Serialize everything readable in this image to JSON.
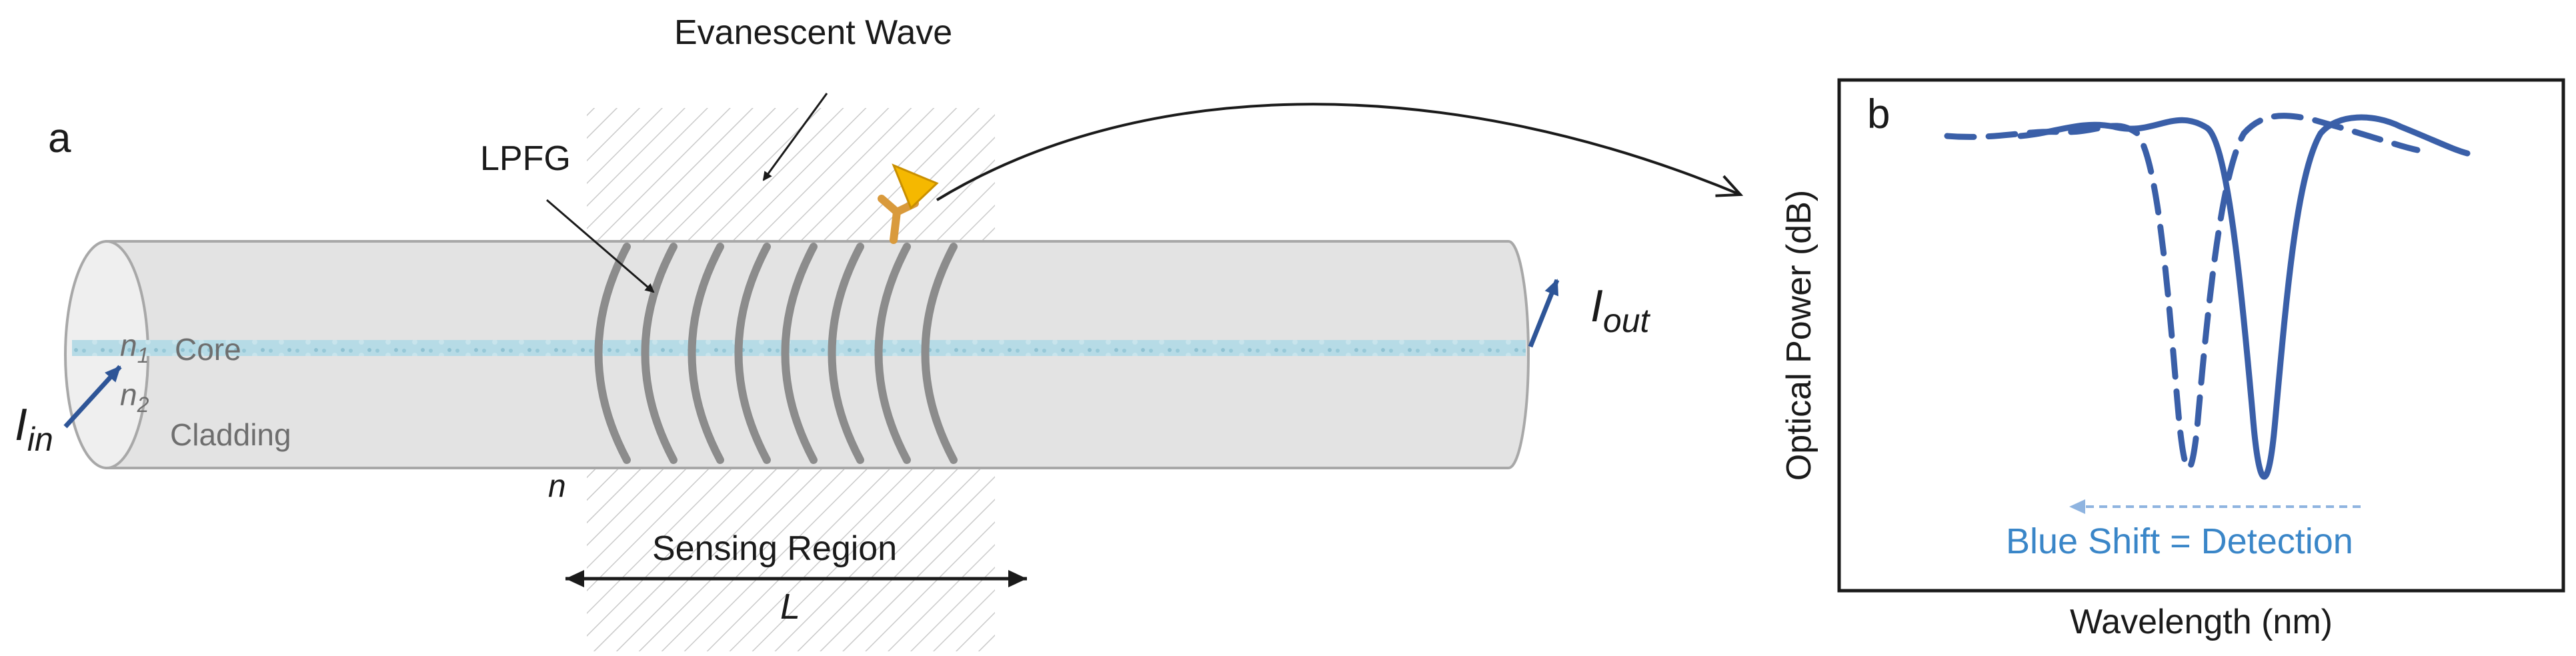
{
  "panel_a": {
    "letter": "a",
    "evanescent_label": "Evanescent Wave",
    "lpfg_label": "LPFG",
    "n1_symbol": "n",
    "n1_sub": "1",
    "core_label": "Core",
    "n2_symbol": "n",
    "n2_sub": "2",
    "cladding_label": "Cladding",
    "n_label": "n",
    "iin_symbol": "I",
    "iin_sub": "in",
    "iout_symbol": "I",
    "iout_sub": "out",
    "sensing_label": "Sensing Region",
    "length_label": "L"
  },
  "panel_b": {
    "letter": "b",
    "ylabel": "Optical Power (dB)",
    "xlabel": "Wavelength (nm)",
    "shift_label": "Blue Shift = Detection"
  },
  "colors": {
    "fiber_fill": "#e3e3e3",
    "fiber_stroke": "#a8a8a8",
    "core": "#a9d4e0",
    "grating": "#8c8c8c",
    "spectrum_line": "#3a5fa8",
    "shift_text": "#3a86c8",
    "arrow_blue": "#2e5597",
    "antibody": "#d99a3c",
    "antigen": "#f5b800"
  }
}
